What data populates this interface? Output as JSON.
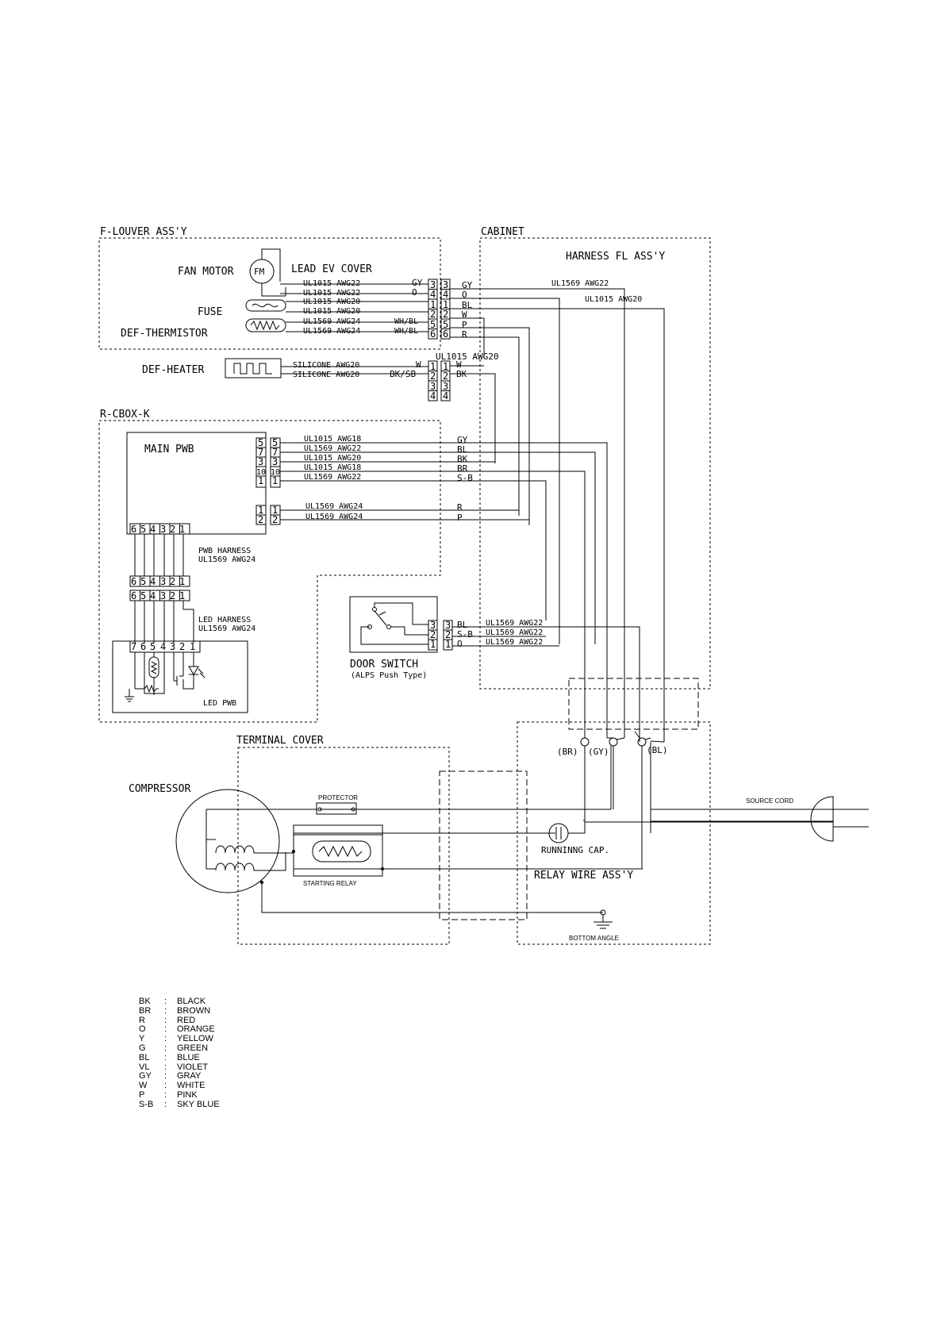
{
  "groups": {
    "flouver": "F-LOUVER ASS'Y",
    "cabinet": "CABINET",
    "harness_fl": "HARNESS FL ASS'Y",
    "rcbox": "R-CBOX-K",
    "terminal_cover": "TERMINAL COVER",
    "relay_wire": "RELAY WIRE ASS'Y"
  },
  "components": {
    "fan_motor": "FAN MOTOR",
    "fm": "FM",
    "lead_ev": "LEAD EV COVER",
    "fuse": "FUSE",
    "def_thermistor": "DEF-THERMISTOR",
    "def_heater": "DEF-HEATER",
    "main_pwb": "MAIN PWB",
    "pwb_harness": "PWB HARNESS",
    "pwb_harness_spec": "UL1569 AWG24",
    "led_harness": "LED HARNESS",
    "led_harness_spec": "UL1569 AWG24",
    "led_pwb": "LED PWB",
    "door_switch": "DOOR SWITCH",
    "door_switch_type": "(ALPS Push Type)",
    "compressor": "COMPRESSOR",
    "protector": "PROTECTOR",
    "starting_relay": "STARTING RELAY",
    "running_cap": "RUNNINNG CAP.",
    "source_cord": "SOURCE CORD",
    "bottom_angle": "BOTTOM ANGLE",
    "term_br": "(BR)",
    "term_gy": "(GY)",
    "term_bl": "(BL)"
  },
  "wires": {
    "lead": [
      {
        "spec": "UL1015 AWG22",
        "color": "GY"
      },
      {
        "spec": "UL1015 AWG22",
        "color": "O"
      },
      {
        "spec": "UL1015 AWG20",
        "color": ""
      },
      {
        "spec": "UL1015 AWG20",
        "color": ""
      },
      {
        "spec": "UL1569 AWG24",
        "color": "WH/BL"
      },
      {
        "spec": "UL1569 AWG24",
        "color": "WH/BL"
      }
    ],
    "lead_pins": [
      "3",
      "4",
      "1",
      "2",
      "5",
      "6"
    ],
    "harness_fl_colors": [
      "GY",
      "O",
      "BL",
      "W",
      "P",
      "R"
    ],
    "harness_fl_spec1": "UL1569 AWG22",
    "harness_fl_spec2": "UL1015 AWG20",
    "heater": [
      {
        "spec": "SILICONE AWG20",
        "color": "W"
      },
      {
        "spec": "SILICONE AWG20",
        "color": "BK/SB"
      }
    ],
    "heater_pins": [
      "1",
      "2",
      "3",
      "4"
    ],
    "heater_conn_spec": "UL1015 AWG20",
    "heater_out_colors": [
      "W",
      "BK"
    ],
    "pwb_upper": [
      {
        "pin": "5",
        "spec": "UL1015 AWG18",
        "color": "GY"
      },
      {
        "pin": "7",
        "spec": "UL1569 AWG22",
        "color": "BL"
      },
      {
        "pin": "3",
        "spec": "UL1015 AWG20",
        "color": "BK"
      },
      {
        "pin": "10",
        "spec": "UL1015 AWG18",
        "color": "BR"
      },
      {
        "pin": "1",
        "spec": "UL1569 AWG22",
        "color": "S-B"
      }
    ],
    "pwb_lower": [
      {
        "pin": "1",
        "spec": "UL1569 AWG24",
        "color": "R"
      },
      {
        "pin": "2",
        "spec": "UL1569 AWG24",
        "color": "P"
      }
    ],
    "door": [
      {
        "pin": "3",
        "color": "BL",
        "spec": "UL1569 AWG22"
      },
      {
        "pin": "2",
        "color": "S-B",
        "spec": "UL1569 AWG22"
      },
      {
        "pin": "1",
        "color": "O",
        "spec": "UL1569 AWG22"
      }
    ],
    "pwb6": [
      "6",
      "5",
      "4",
      "3",
      "2",
      "1"
    ],
    "led7": [
      "7",
      "6",
      "5",
      "4",
      "3",
      "2",
      "1"
    ]
  },
  "legend": [
    {
      "code": "BK",
      "name": "BLACK"
    },
    {
      "code": "BR",
      "name": "BROWN"
    },
    {
      "code": "R",
      "name": "RED"
    },
    {
      "code": "O",
      "name": "ORANGE"
    },
    {
      "code": "Y",
      "name": "YELLOW"
    },
    {
      "code": "G",
      "name": "GREEN"
    },
    {
      "code": "BL",
      "name": "BLUE"
    },
    {
      "code": "VL",
      "name": "VIOLET"
    },
    {
      "code": "GY",
      "name": "GRAY"
    },
    {
      "code": "W",
      "name": "WHITE"
    },
    {
      "code": "P",
      "name": "PINK"
    },
    {
      "code": "S-B",
      "name": "SKY BLUE"
    }
  ],
  "legend_sep": ":"
}
